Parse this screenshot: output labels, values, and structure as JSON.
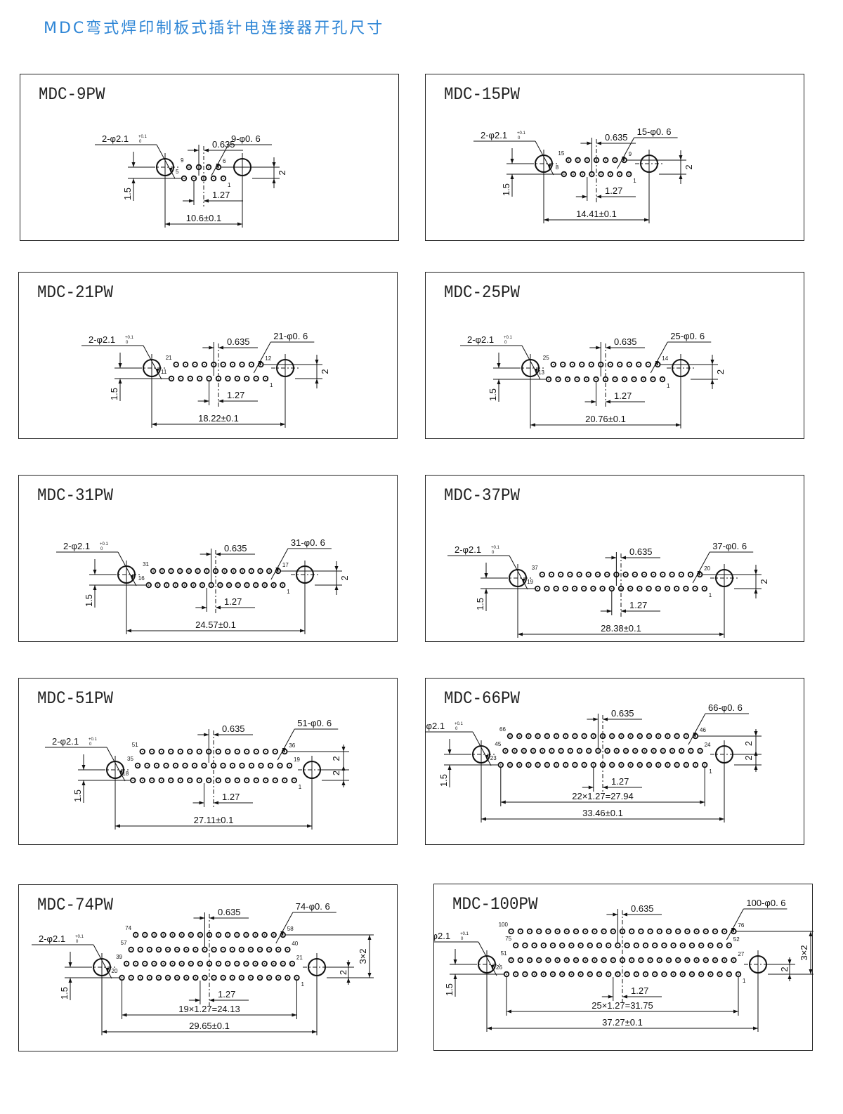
{
  "heading": "MDC弯式焊印制板式插针电连接器开孔尺寸",
  "colors": {
    "heading": "#2f86d6",
    "line": "#111111"
  },
  "common": {
    "hole_spec": "2-φ2.1",
    "hole_tol_upper": "+0.1",
    "hole_tol_lower": "0",
    "offset": "0.635",
    "pitch": "1.27",
    "hole_offset": "1.5"
  },
  "panels": [
    {
      "title": "MDC-9PW",
      "pin_spec": "9-φ0. 6",
      "span": "10.6±0.1",
      "pitch_span": null,
      "row_dims": [
        "2"
      ],
      "rows": [
        {
          "count": 4,
          "left": "9",
          "right": "6"
        },
        {
          "count": 5,
          "left": "5",
          "right": "1"
        }
      ]
    },
    {
      "title": "MDC-15PW",
      "pin_spec": "15-φ0. 6",
      "span": "14.41±0.1",
      "pitch_span": null,
      "row_dims": [
        "2"
      ],
      "rows": [
        {
          "count": 7,
          "left": "15",
          "right": "9"
        },
        {
          "count": 8,
          "left": "8",
          "right": "1"
        }
      ]
    },
    {
      "title": "MDC-21PW",
      "pin_spec": "21-φ0. 6",
      "span": "18.22±0.1",
      "pitch_span": null,
      "row_dims": [
        "2"
      ],
      "rows": [
        {
          "count": 10,
          "left": "21",
          "right": "12"
        },
        {
          "count": 11,
          "left": "11",
          "right": "1"
        }
      ]
    },
    {
      "title": "MDC-25PW",
      "pin_spec": "25-φ0. 6",
      "span": "20.76±0.1",
      "pitch_span": null,
      "row_dims": [
        "2"
      ],
      "rows": [
        {
          "count": 12,
          "left": "25",
          "right": "14"
        },
        {
          "count": 13,
          "left": "13",
          "right": "1"
        }
      ]
    },
    {
      "title": "MDC-31PW",
      "pin_spec": "31-φ0. 6",
      "span": "24.57±0.1",
      "pitch_span": null,
      "row_dims": [
        "2"
      ],
      "rows": [
        {
          "count": 15,
          "left": "31",
          "right": "17"
        },
        {
          "count": 16,
          "left": "16",
          "right": "1"
        }
      ]
    },
    {
      "title": "MDC-37PW",
      "pin_spec": "37-φ0. 6",
      "span": "28.38±0.1",
      "pitch_span": null,
      "row_dims": [
        "2"
      ],
      "rows": [
        {
          "count": 18,
          "left": "37",
          "right": "20"
        },
        {
          "count": 19,
          "left": "19",
          "right": "1"
        }
      ]
    },
    {
      "title": "MDC-51PW",
      "pin_spec": "51-φ0. 6",
      "span": "27.11±0.1",
      "pitch_span": null,
      "row_dims": [
        "2",
        "2"
      ],
      "rows": [
        {
          "count": 16,
          "left": "51",
          "right": "36"
        },
        {
          "count": 17,
          "left": "35",
          "right": "19"
        },
        {
          "count": 18,
          "left": "18",
          "right": "1"
        }
      ]
    },
    {
      "title": "MDC-66PW",
      "pin_spec": "66-φ0. 6",
      "span": "33.46±0.1",
      "pitch_span": "22×1.27=27.94",
      "row_dims": [
        "2",
        "2"
      ],
      "rows": [
        {
          "count": 21,
          "left": "66",
          "right": "46"
        },
        {
          "count": 22,
          "left": "45",
          "right": "24"
        },
        {
          "count": 23,
          "left": "23",
          "right": "1"
        }
      ]
    },
    {
      "title": "MDC-74PW",
      "pin_spec": "74-φ0. 6",
      "span": "29.65±0.1",
      "pitch_span": "19×1.27=24.13",
      "row_dims": [
        "2",
        "3×2"
      ],
      "rows": [
        {
          "count": 17,
          "left": "74",
          "right": "58"
        },
        {
          "count": 18,
          "left": "57",
          "right": "40"
        },
        {
          "count": 19,
          "left": "39",
          "right": "21"
        },
        {
          "count": 20,
          "left": "20",
          "right": "1"
        }
      ]
    },
    {
      "title": "MDC-100PW",
      "pin_spec": "100-φ0. 6",
      "span": "37.27±0.1",
      "pitch_span": "25×1.27=31.75",
      "row_dims": [
        "2",
        "3×2"
      ],
      "rows": [
        {
          "count": 25,
          "left": "100",
          "right": "76"
        },
        {
          "count": 24,
          "left": "75",
          "right": "52"
        },
        {
          "count": 25,
          "left": "51",
          "right": "27"
        },
        {
          "count": 26,
          "left": "26",
          "right": "1"
        }
      ]
    }
  ]
}
